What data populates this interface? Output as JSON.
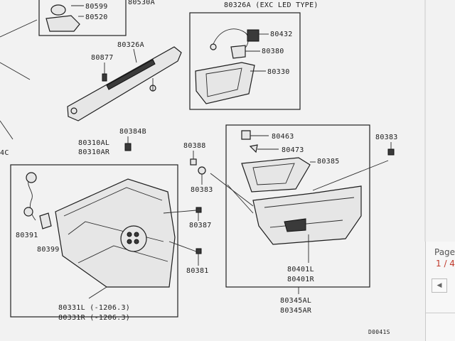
{
  "diagram": {
    "labels": {
      "p80599": "80599",
      "p80520": "80520",
      "p80530A": "80530A",
      "p80326A_top": "80326A",
      "p80877": "80877",
      "header_exc": "80326A (EXC LED TYPE)",
      "p80432": "80432",
      "p80380": "80380",
      "p80330": "80330",
      "p80384B": "80384B",
      "p80310AL": "80310AL",
      "p80310AR": "80310AR",
      "left_edge": "4C",
      "p80388": "80388",
      "p80463": "80463",
      "p80473": "80473",
      "p80383_top": "80383",
      "p80385": "80385",
      "p80383_mid": "80383",
      "p80387": "80387",
      "p80391": "80391",
      "p80399": "80399",
      "p80381": "80381",
      "p80331L": "80331L (-1206.3)",
      "p80331R": "80331R (-1206.3)",
      "p80401L": "80401L",
      "p80401R": "80401R",
      "p80345AL": "80345AL",
      "p80345AR": "80345AR",
      "code": "D0041S"
    }
  },
  "pager": {
    "label": "Page",
    "current": "1 / 4"
  }
}
